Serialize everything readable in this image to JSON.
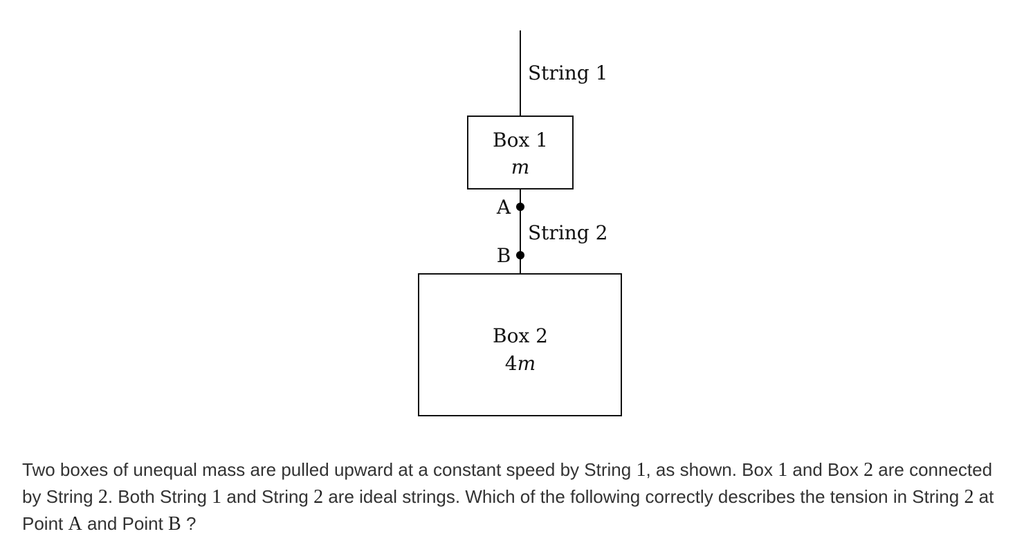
{
  "diagram": {
    "string1_label": "String 1",
    "box1_label": "Box 1",
    "box1_mass": "m",
    "point_a_label": "A",
    "string2_label": "String 2",
    "point_b_label": "B",
    "box2_label": "Box 2",
    "box2_mass_coef": "4",
    "box2_mass_var": "m"
  },
  "question": {
    "t1": "Two boxes of unequal mass are pulled upward at a constant speed by String ",
    "n1": "1",
    "t2": ", as shown. Box ",
    "n2": "1",
    "t3": " and Box ",
    "n3": "2",
    "t4": " are connected by String ",
    "n4": "2",
    "t5": ". Both String ",
    "n5": "1",
    "t6": " and String ",
    "n6": "2",
    "t7": " are ideal strings. Which of the following correctly describes the tension in String ",
    "n7": "2",
    "t8": " at Point ",
    "n8": "A",
    "t9": " and Point ",
    "n9": "B",
    "t10": " ?"
  }
}
